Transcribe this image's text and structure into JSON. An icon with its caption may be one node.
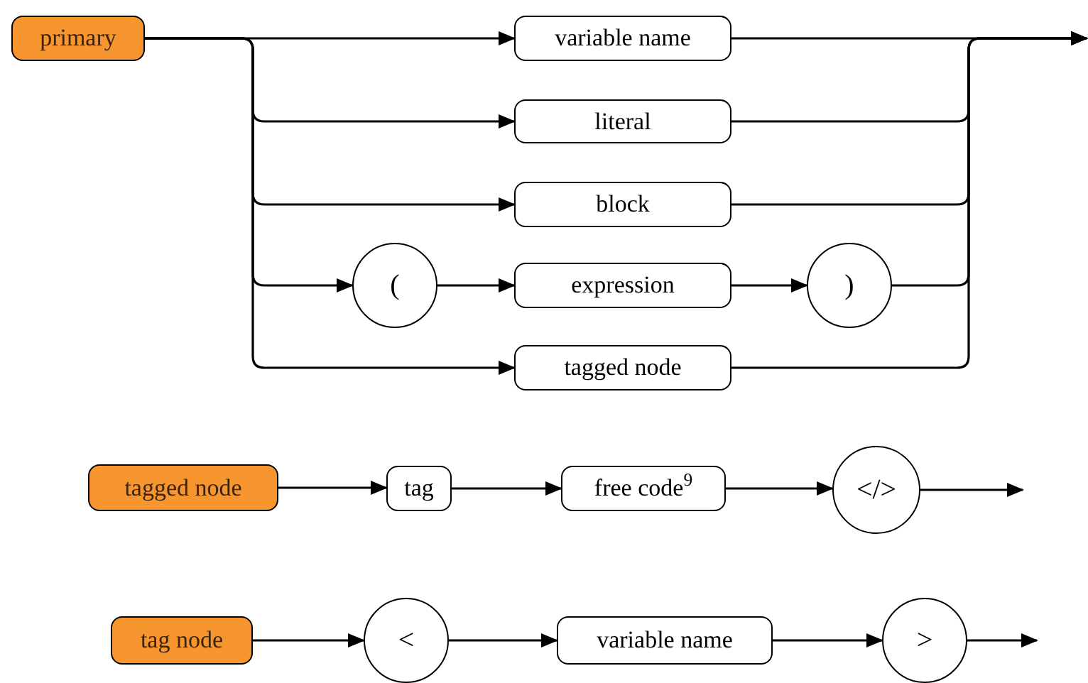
{
  "diagram": {
    "nodes": [
      {
        "text": [
          "primary"
        ]
      },
      {
        "text": [
          "variable name"
        ]
      },
      {
        "text": [
          "literal"
        ]
      },
      {
        "text": [
          "block"
        ]
      },
      {
        "text": [
          "("
        ]
      },
      {
        "text": [
          "expression"
        ]
      },
      {
        "text": [
          ")"
        ]
      },
      {
        "text": [
          "tagged node"
        ]
      },
      {
        "text": [
          "tagged node"
        ]
      },
      {
        "text": [
          "tag"
        ]
      },
      {
        "text": [
          "free code$^{9}$"
        ]
      },
      {
        "text": [
          "</>"
        ]
      },
      {
        "text": [
          "tag node"
        ]
      },
      {
        "text": [
          "<"
        ]
      },
      {
        "text": [
          "variable name"
        ]
      },
      {
        "text": [
          ">"
        ]
      }
    ],
    "edges": [
      {
        "from": 0,
        "to": 1,
        "arrow": "to"
      },
      {
        "from": 0,
        "to": 2,
        "arrow": "to"
      },
      {
        "from": 0,
        "to": 3,
        "arrow": "to"
      },
      {
        "from": 0,
        "to": 4,
        "arrow": "to"
      },
      {
        "from": 0,
        "to": 7,
        "arrow": "to"
      },
      {
        "from": 4,
        "to": 5,
        "arrow": "to"
      },
      {
        "from": 5,
        "to": 6,
        "arrow": "to"
      },
      {
        "from": 1,
        "to": null,
        "arrow": "to"
      },
      {
        "from": 2,
        "to": null,
        "arrow": "to"
      },
      {
        "from": 3,
        "to": null,
        "arrow": "to"
      },
      {
        "from": 6,
        "to": null,
        "arrow": "to"
      },
      {
        "from": 7,
        "to": null,
        "arrow": "to"
      },
      {
        "from": 8,
        "to": 9,
        "arrow": "to"
      },
      {
        "from": 9,
        "to": 10,
        "arrow": "to"
      },
      {
        "from": 10,
        "to": 11,
        "arrow": "to"
      },
      {
        "from": 11,
        "to": null,
        "arrow": "to"
      },
      {
        "from": 12,
        "to": 13,
        "arrow": "to"
      },
      {
        "from": 13,
        "to": 14,
        "arrow": "to"
      },
      {
        "from": 14,
        "to": 15,
        "arrow": "to"
      },
      {
        "from": 15,
        "to": null,
        "arrow": "to"
      }
    ]
  }
}
